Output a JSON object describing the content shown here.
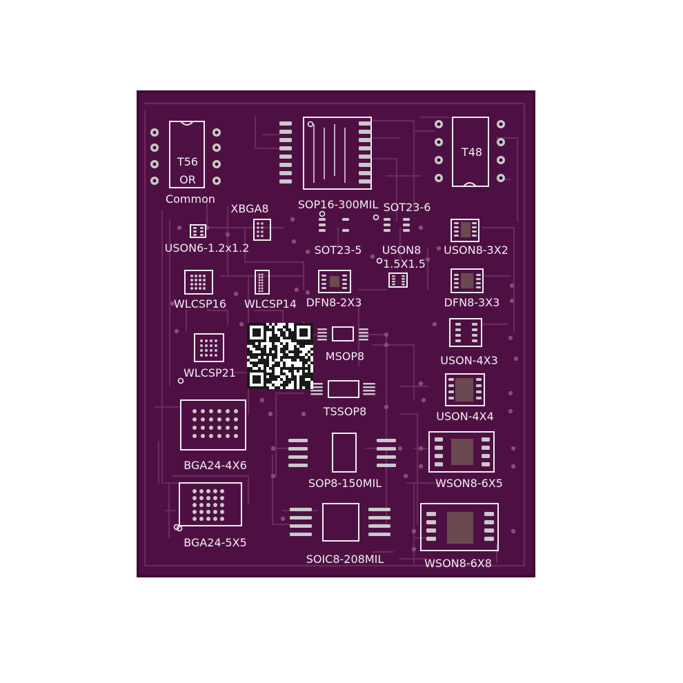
{
  "board": {
    "colors": {
      "background": "#ffffff",
      "board": "#4e1042",
      "board_edge": "#3f0b35",
      "trace": "#6a2a5e",
      "silkscreen": "#f2eef4",
      "pad": "#c9c9cc",
      "thermal_pad": "#6b4a4f"
    },
    "footprints": [
      {
        "id": "t56",
        "lines": [
          "T56",
          "OR",
          "Common"
        ]
      },
      {
        "id": "sop16",
        "label": "SOP16-300MIL"
      },
      {
        "id": "t48",
        "label": "T48"
      },
      {
        "id": "xbga8",
        "label": "XBGA8"
      },
      {
        "id": "sot23-6",
        "label": "SOT23-6"
      },
      {
        "id": "uson6",
        "label": "USON6-1.2x1.2"
      },
      {
        "id": "sot23-5",
        "label": "SOT23-5"
      },
      {
        "id": "uson8-1",
        "lines": [
          "USON8",
          "1.5X1.5"
        ]
      },
      {
        "id": "uson8-3x2",
        "label": "USON8-3X2"
      },
      {
        "id": "wlcsp16",
        "label": "WLCSP16"
      },
      {
        "id": "wlcsp14",
        "label": "WLCSP14"
      },
      {
        "id": "dfn8-2x3",
        "label": "DFN8-2X3"
      },
      {
        "id": "dfn8-3x3",
        "label": "DFN8-3X3"
      },
      {
        "id": "msop8",
        "label": "MSOP8"
      },
      {
        "id": "uson-4x3",
        "label": "USON-4X3"
      },
      {
        "id": "wlcsp21",
        "label": "WLCSP21"
      },
      {
        "id": "tssop8",
        "label": "TSSOP8"
      },
      {
        "id": "uson-4x4",
        "label": "USON-4X4"
      },
      {
        "id": "bga24-4x6",
        "label": "BGA24-4X6"
      },
      {
        "id": "sop8",
        "label": "SOP8-150MIL"
      },
      {
        "id": "wson8-6x5",
        "label": "WSON8-6X5"
      },
      {
        "id": "bga24-5x5",
        "label": "BGA24-5X5"
      },
      {
        "id": "soic8",
        "label": "SOIC8-208MIL"
      },
      {
        "id": "wson8-6x8",
        "label": "WSON8-6X8"
      }
    ]
  }
}
